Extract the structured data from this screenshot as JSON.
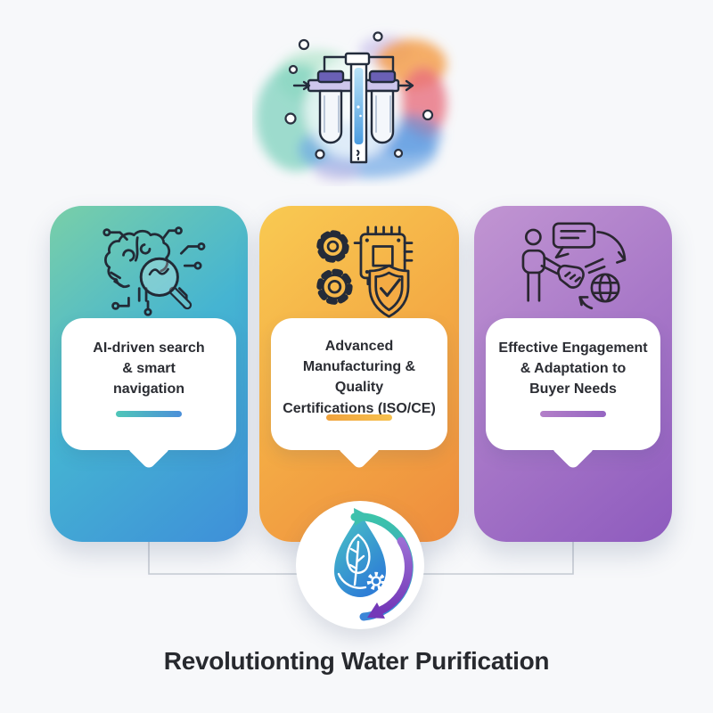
{
  "background_color": "#f7f8fa",
  "hero": {
    "name": "water-filter-illustration"
  },
  "cards": [
    {
      "title": "AI-driven search\n& smart\nnavigation",
      "icon": "brain-circuit-magnifier-icon",
      "gradient": [
        "#79CFA8",
        "#45B4D2",
        "#3E8FD9"
      ],
      "accent": [
        "#4FC6B8",
        "#4B8FD9"
      ]
    },
    {
      "title": "Advanced\nManufacturing & Quality\nCertifications (ISO/CE)",
      "icon": "gears-chip-shield-icon",
      "gradient": [
        "#F9CA52",
        "#F4AC45",
        "#EE8C3D"
      ],
      "accent": [
        "#F0A23C",
        "#F7C14E"
      ]
    },
    {
      "title": "Effective Engagement\n& Adaptation to\nBuyer Needs",
      "icon": "handshake-globe-chat-icon",
      "gradient": [
        "#C195D2",
        "#A878C8",
        "#8E5BBE"
      ],
      "accent": [
        "#B37FC8",
        "#9565C2"
      ]
    }
  ],
  "badge": {
    "name": "eco-water-cycle-badge"
  },
  "footer": {
    "title": "Revolutionting Water Purification"
  },
  "connector_color": "#c6cbd3"
}
